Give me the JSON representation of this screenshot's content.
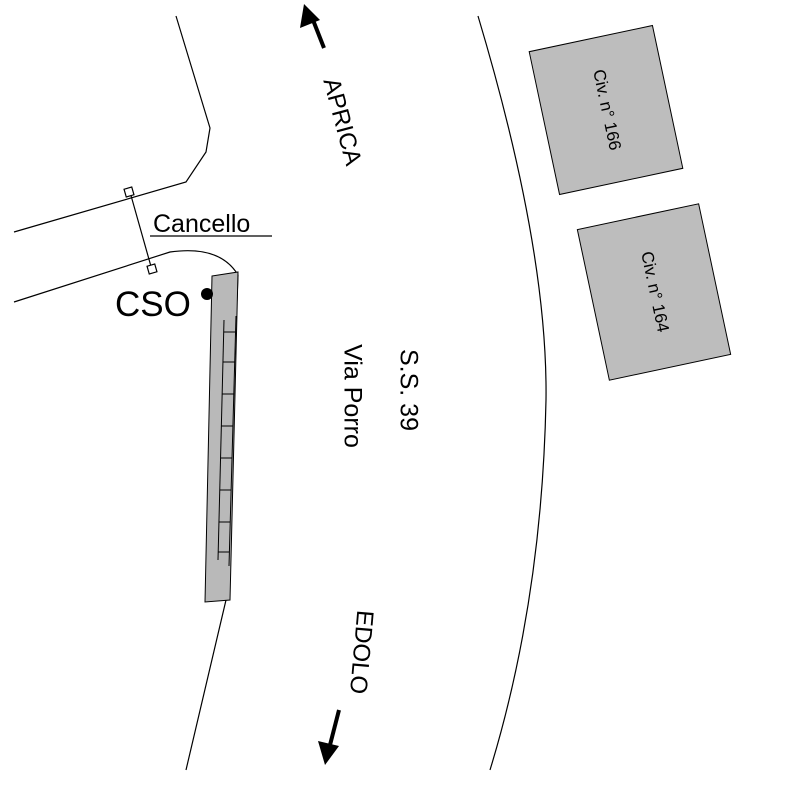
{
  "colors": {
    "background": "#ffffff",
    "line": "#000000",
    "building_fill": "#bdbdbd",
    "barrier_fill": "#b9b9b9"
  },
  "labels": {
    "north_direction": "APRICA",
    "south_direction": "EDOLO",
    "road_code": "S.S. 39",
    "road_name": "Via Porro",
    "gate": "Cancello",
    "cso": "CSO"
  },
  "buildings": [
    {
      "label": "Civ. n° 166"
    },
    {
      "label": "Civ. n° 164"
    }
  ],
  "icons": {
    "north_arrow": "arrow-up-icon",
    "south_arrow": "arrow-down-icon",
    "cso_marker": "filled-dot-icon"
  }
}
